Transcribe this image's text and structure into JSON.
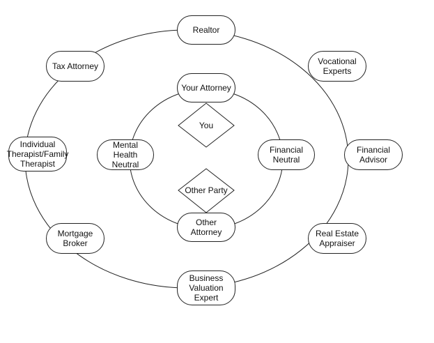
{
  "diagram": {
    "outer_ring": {
      "realtor": "Realtor",
      "vocational": "Vocational\nExperts",
      "financial_advisor": "Financial\nAdvisor",
      "real_estate": "Real Estate\nAppraiser",
      "business_valuation": "Business\nValuation\nExpert",
      "mortgage": "Mortgage\nBroker",
      "therapist": "Individual\nTherapist/Family\nTherapist",
      "tax_attorney": "Tax Attorney"
    },
    "inner_ring": {
      "your_attorney": "Your Attorney",
      "financial_neutral": "Financial\nNeutral",
      "other_attorney": "Other Attorney",
      "mental_health": "Mental Health\nNeutral"
    },
    "center": {
      "you": "You",
      "other_party": "Other Party"
    },
    "colors": {
      "stroke": "#222222",
      "fill": "#ffffff",
      "text": "#111111"
    }
  }
}
